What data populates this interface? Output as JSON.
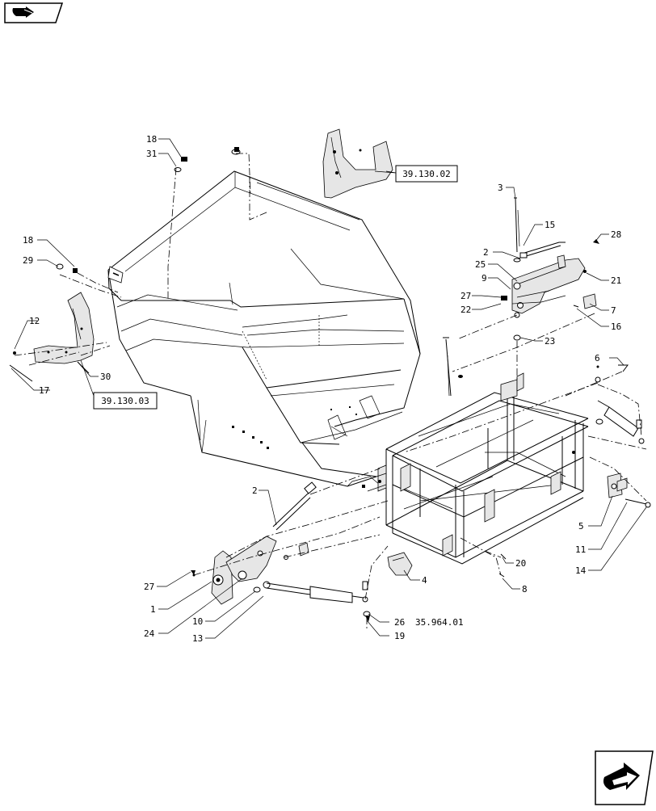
{
  "nav": {
    "top_icon": "previous-page-icon",
    "bottom_icon": "next-page-icon"
  },
  "references": {
    "ref_top": "39.130.02",
    "ref_left": "39.130.03",
    "ref_bottom": "35.964.01"
  },
  "callouts": {
    "c1": "1",
    "c2a": "2",
    "c2b": "2",
    "c3": "3",
    "c4": "4",
    "c5": "5",
    "c6": "6",
    "c7": "7",
    "c8": "8",
    "c9": "9",
    "c10": "10",
    "c11": "11",
    "c12": "12",
    "c13": "13",
    "c14": "14",
    "c15": "15",
    "c16": "16",
    "c17": "17",
    "c18": "18",
    "c19": "19",
    "c20": "20",
    "c21": "21",
    "c22": "22",
    "c23": "23",
    "c24": "24",
    "c25": "25",
    "c26": "26",
    "c27a": "27",
    "c27b": "27",
    "c28": "28",
    "c29": "29",
    "c30": "30",
    "c31": "31"
  }
}
